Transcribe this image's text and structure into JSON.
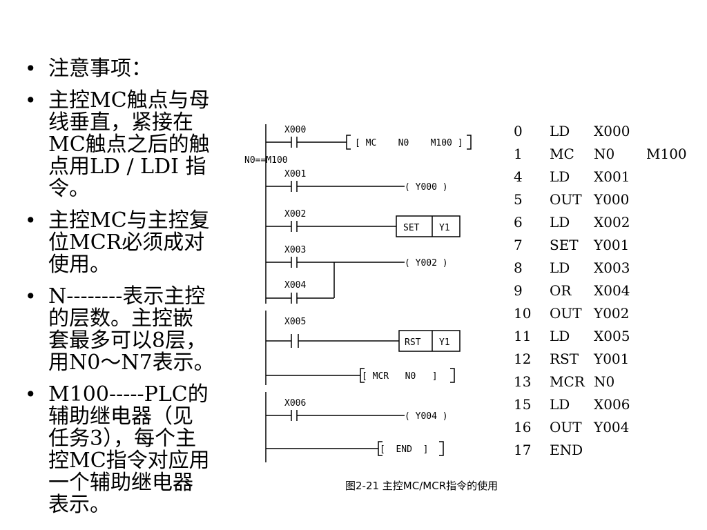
{
  "bullets": [
    {
      "lines": [
        "注意事项："
      ]
    },
    {
      "lines": [
        "主控MC触点与母",
        "线垂直，紧接在",
        "MC触点之后的触",
        "点用LD / LDI 指",
        "令。"
      ]
    },
    {
      "lines": [
        "主控MC与主控复",
        "位MCR必须成对",
        "使用。"
      ]
    },
    {
      "lines": [
        "N--------表示主控",
        "的层数。主控嵌",
        "套最多可以8层，",
        "用N0～N7表示。"
      ]
    },
    {
      "lines": [
        "M100-----PLC的",
        "辅助继电器（见",
        "任务3），每个主",
        "控MC指令对应用",
        "一个辅助继电器",
        "表示。"
      ]
    }
  ],
  "ladder": {
    "left_label": "N0==M100",
    "rungs": [
      {
        "contact": "X000",
        "output": "[ MC    N0    M100 ]"
      },
      {
        "contact": "X001",
        "output": "( Y000 )"
      },
      {
        "contact": "X002",
        "output_box": [
          "SET",
          "Y1"
        ]
      },
      {
        "contact": "X003",
        "output": "( Y002 )"
      },
      {
        "contact": "X004"
      },
      {
        "contact": "X005",
        "output_box": [
          "RST",
          "Y1"
        ]
      },
      {
        "output": "[ MCR   N0   ]"
      },
      {
        "contact": "X006",
        "output": "( Y004 )"
      },
      {
        "output": "[  END  ]"
      }
    ]
  },
  "instructions": [
    {
      "step": "0",
      "op": "LD",
      "arg": "X000",
      "arg2": ""
    },
    {
      "step": "1",
      "op": "MC",
      "arg": "N0",
      "arg2": "M100"
    },
    {
      "step": "4",
      "op": "LD",
      "arg": "X001",
      "arg2": ""
    },
    {
      "step": "5",
      "op": "OUT",
      "arg": "Y000",
      "arg2": ""
    },
    {
      "step": "6",
      "op": "LD",
      "arg": "X002",
      "arg2": ""
    },
    {
      "step": "7",
      "op": "SET",
      "arg": "Y001",
      "arg2": ""
    },
    {
      "step": "8",
      "op": "LD",
      "arg": "X003",
      "arg2": ""
    },
    {
      "step": "9",
      "op": "OR",
      "arg": "X004",
      "arg2": ""
    },
    {
      "step": "10",
      "op": "OUT",
      "arg": "Y002",
      "arg2": ""
    },
    {
      "step": "11",
      "op": "LD",
      "arg": "X005",
      "arg2": ""
    },
    {
      "step": "12",
      "op": "RST",
      "arg": "Y001",
      "arg2": ""
    },
    {
      "step": "13",
      "op": "MCR",
      "arg": "N0",
      "arg2": ""
    },
    {
      "step": "15",
      "op": "LD",
      "arg": "X006",
      "arg2": ""
    },
    {
      "step": "16",
      "op": "OUT",
      "arg": "Y004",
      "arg2": ""
    },
    {
      "step": "17",
      "op": "END",
      "arg": "",
      "arg2": ""
    }
  ],
  "caption": "图2-21   主控MC/MCR指令的使用"
}
